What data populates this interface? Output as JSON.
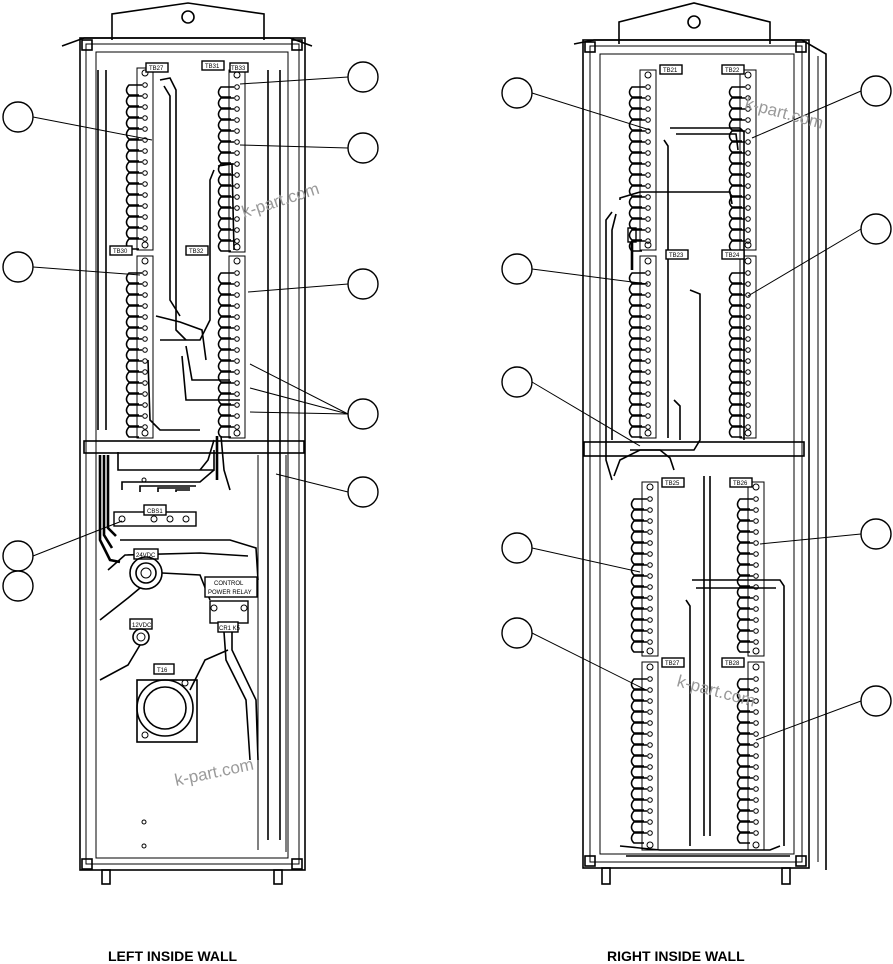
{
  "captions": {
    "left": "LEFT INSIDE WALL",
    "right": "RIGHT INSIDE WALL"
  },
  "watermark": "k-part.com",
  "left_wall": {
    "terminal_blocks": [
      "TB27",
      "TB31",
      "TB33",
      "TB30",
      "TB32"
    ],
    "components": {
      "switch_block": "CBS1",
      "power_supply": "24VDC",
      "control_relay_line1": "CONTROL",
      "control_relay_line2": "POWER RELAY",
      "relay_terminals": "CR1 K5",
      "connector": "12VDC",
      "transformer": "T16"
    }
  },
  "right_wall": {
    "terminal_blocks": [
      "TB21",
      "TB22",
      "TB23",
      "TB24",
      "TB25",
      "TB26",
      "TB27",
      "TB28"
    ]
  },
  "colors": {
    "line": "#000000",
    "watermark": "#9a9a9a",
    "background": "#ffffff"
  }
}
